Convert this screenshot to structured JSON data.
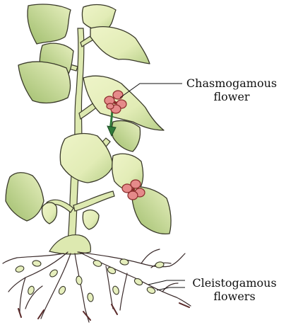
{
  "labels": {
    "chasmogamous": [
      "Chasmogamous",
      "flower"
    ],
    "cleistogamous": [
      "Cleistogamous",
      "flowers"
    ]
  },
  "colors": {
    "leaf_fill": "#e6efbd",
    "leaf_shade": "#b6cf86",
    "leaf_outline": "#3a3a2a",
    "stem_fill": "#dde9b0",
    "flower_fill": "#e58a8a",
    "flower_outline": "#8a2a2a",
    "sepal_green": "#2f7a3a",
    "root_color": "#3a2a2a",
    "label_text": "#111111"
  }
}
